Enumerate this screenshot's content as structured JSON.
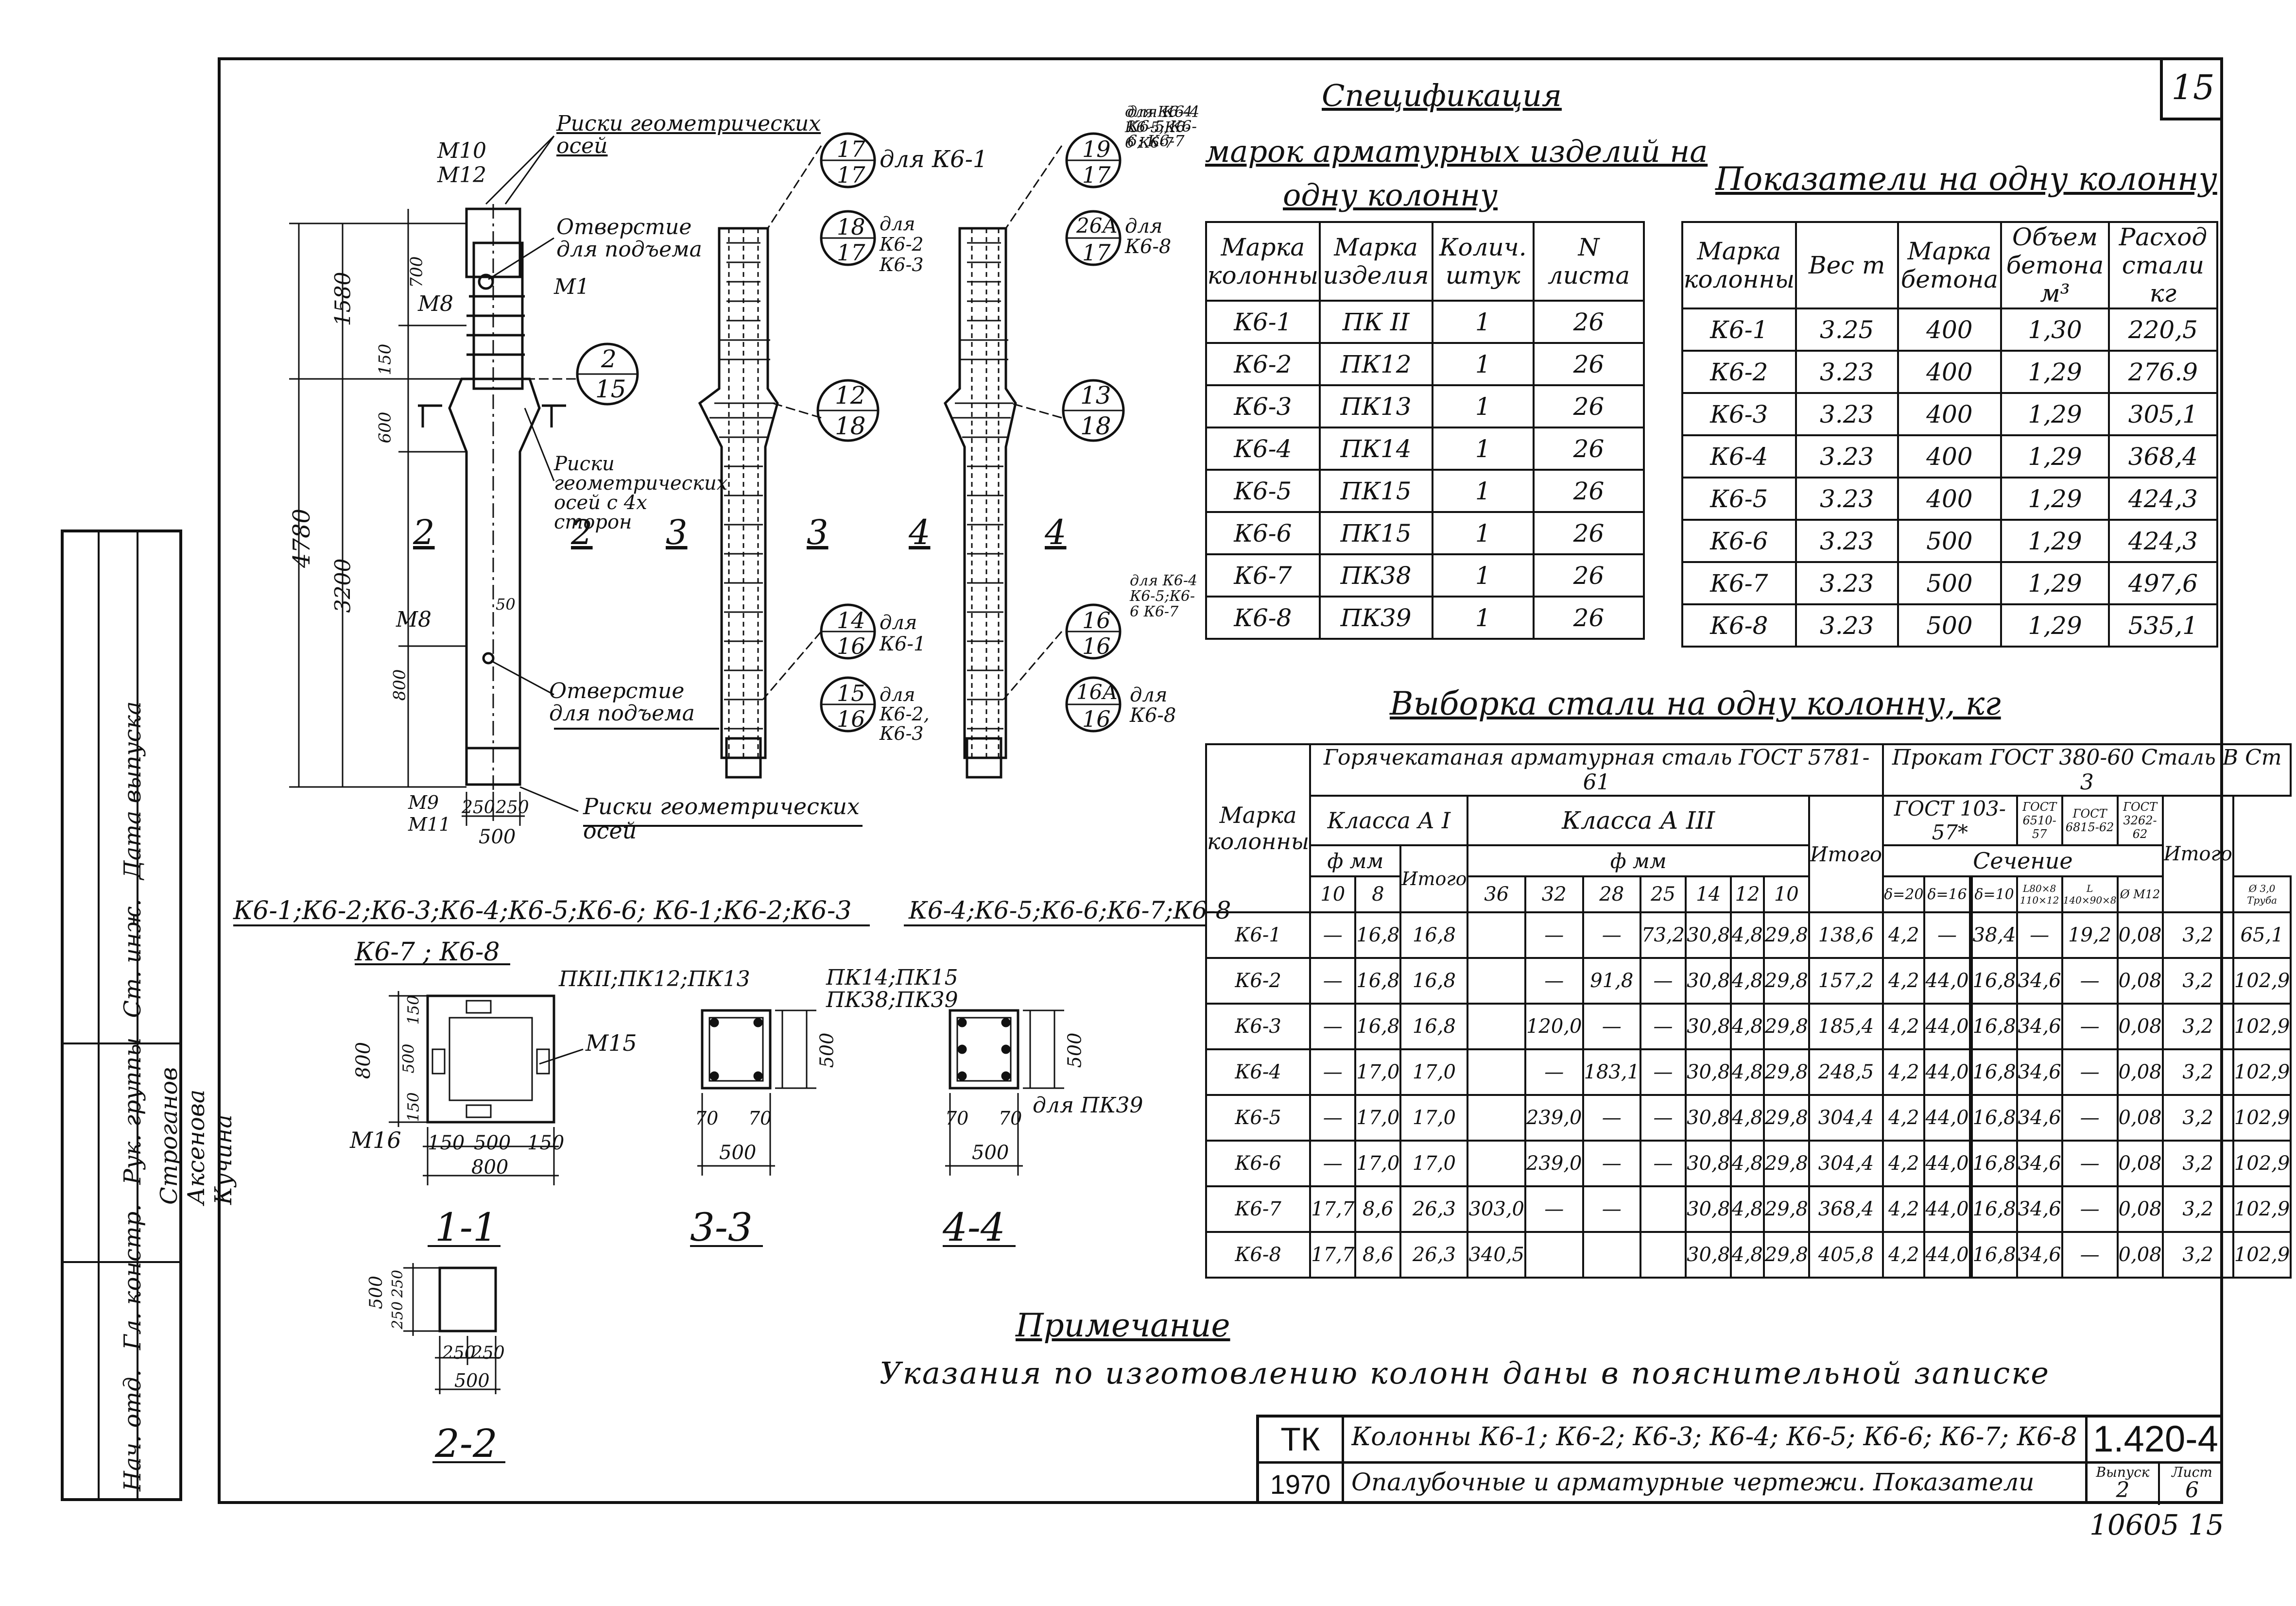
{
  "sheet": {
    "page_number": "15",
    "bottom_code": "10605 15"
  },
  "drawing": {
    "callouts": {
      "risk_top": "Риски геометрических осей",
      "hole_top": "Отверстие для подъема",
      "risk_mid": "Риски геометрических осей с 4х сторон",
      "hole_bottom": "Отверстие для подъема",
      "risk_bottom": "Риски геометрических осей",
      "m10": "M10",
      "m12": "M12",
      "m1": "M1",
      "m8a": "M8",
      "m8b": "M8",
      "m9": "M9",
      "m11": "M11",
      "for_k61": "для К6-1",
      "for_k62": "для К6-2 К6-3",
      "for_k64": "для К6-4 К6-5;К6-6 К6-7",
      "for_k68": "для К6-8",
      "for_k61b": "для К6-1",
      "for_k62b": "для К6-2, К6-3",
      "for_k64b": "для К6-4 К6-5;К6-6 К6-7",
      "for_k68b": "для К6-8"
    },
    "dims": {
      "total": "4780",
      "upper": "1580",
      "lower": "3200",
      "d700": "700",
      "d150": "150",
      "d600": "600",
      "d800": "800",
      "d50": "50",
      "w500": "500",
      "w250a": "250",
      "w250b": "250"
    },
    "circles": [
      {
        "top": "17",
        "bottom": "17"
      },
      {
        "top": "18",
        "bottom": "17"
      },
      {
        "top": "19",
        "bottom": "17"
      },
      {
        "top": "26А",
        "bottom": "17"
      },
      {
        "top": "2",
        "bottom": "15"
      },
      {
        "top": "12",
        "bottom": "18"
      },
      {
        "top": "13",
        "bottom": "18"
      },
      {
        "top": "14",
        "bottom": "16"
      },
      {
        "top": "15",
        "bottom": "16"
      },
      {
        "top": "16",
        "bottom": "16"
      },
      {
        "top": "16А",
        "bottom": "16"
      }
    ],
    "section_marks": [
      "2",
      "2",
      "3",
      "3",
      "4",
      "4"
    ],
    "view_captions": {
      "a": "К6-1;К6-2;К6-3;К6-4;К6-5;К6-6; К6-1;К6-2;К6-3",
      "b": "К6-4;К6-5;К6-6;К6-7;К6-8"
    },
    "sections": {
      "s11_caption": "К6-7 ; К6-8",
      "s11_title": "1-1",
      "s11_m15": "M15",
      "s11_m16": "M16",
      "s11_dims": [
        "150",
        "500",
        "150",
        "800",
        "800",
        "150",
        "500",
        "150"
      ],
      "s33_caption": "ПКII;ПК12;ПК13",
      "s33_title": "3-3",
      "s33_dims": [
        "70",
        "70",
        "500",
        "500"
      ],
      "s44_caption": "ПК14;ПК15 ПК38;ПК39",
      "s44_title": "4-4",
      "s44_note": "для ПК39",
      "s44_dims": [
        "70",
        "70",
        "500",
        "500"
      ],
      "s22_title": "2-2",
      "s22_dims": [
        "500",
        "250",
        "250",
        "250",
        "250",
        "500"
      ]
    }
  },
  "spec": {
    "title_line1": "Спецификация",
    "title_line2": "марок арматурных изделий на",
    "title_line3": "одну колонну",
    "title_prefix": "для К6-4 К6-5;К6-6; К6-7",
    "headers": [
      "Марка колонны",
      "Марка изделия",
      "Колич. штук",
      "N листа"
    ],
    "rows": [
      [
        "К6-1",
        "ПК II",
        "1",
        "26"
      ],
      [
        "К6-2",
        "ПК12",
        "1",
        "26"
      ],
      [
        "К6-3",
        "ПК13",
        "1",
        "26"
      ],
      [
        "К6-4",
        "ПК14",
        "1",
        "26"
      ],
      [
        "К6-5",
        "ПК15",
        "1",
        "26"
      ],
      [
        "К6-6",
        "ПК15",
        "1",
        "26"
      ],
      [
        "К6-7",
        "ПК38",
        "1",
        "26"
      ],
      [
        "К6-8",
        "ПК39",
        "1",
        "26"
      ]
    ]
  },
  "indicators": {
    "title": "Показатели на одну колонну",
    "headers": [
      "Марка колонны",
      "Вес т",
      "Марка бетона",
      "Объем бетона м³",
      "Расход стали кг"
    ],
    "rows": [
      [
        "К6-1",
        "3.25",
        "400",
        "1,30",
        "220,5"
      ],
      [
        "К6-2",
        "3.23",
        "400",
        "1,29",
        "276.9"
      ],
      [
        "К6-3",
        "3.23",
        "400",
        "1,29",
        "305,1"
      ],
      [
        "К6-4",
        "3.23",
        "400",
        "1,29",
        "368,4"
      ],
      [
        "К6-5",
        "3.23",
        "400",
        "1,29",
        "424,3"
      ],
      [
        "К6-6",
        "3.23",
        "500",
        "1,29",
        "424,3"
      ],
      [
        "К6-7",
        "3.23",
        "500",
        "1,29",
        "497,6"
      ],
      [
        "К6-8",
        "3.23",
        "500",
        "1,29",
        "535,1"
      ]
    ]
  },
  "steel": {
    "title": "Выборка стали на одну колонну, кг",
    "h_mark": "Марка колонны",
    "h_hot": "Горячекатаная арматурная сталь ГОСТ 5781-61",
    "h_rolled": "Прокат ГОСТ 380-60 Сталь В Ст 3",
    "h_cls1": "Класса А I",
    "h_cls3": "Класса А III",
    "h_phi1": "ф мм",
    "h_phi3": "ф мм",
    "h_total1": "Итого",
    "h_gost103": "ГОСТ 103-57*",
    "h_g6510": "ГОСТ 6510-57",
    "h_g6815": "ГОСТ 6815-62",
    "h_g3262": "ГОСТ 3262-62",
    "h_total2": "Итого",
    "h_section": "Сечение",
    "sub": [
      "10",
      "8",
      "Итого",
      "36",
      "32",
      "28",
      "25",
      "14",
      "12",
      "10",
      "Итого",
      "δ=20",
      "δ=16",
      "",
      "δ=10",
      "L80×8 110×12",
      "L 140×90×8",
      "Ø М12",
      "Ø 3,0 Труба",
      "Итого"
    ],
    "rows": [
      [
        "К6-1",
        "—",
        "16,8",
        "16,8",
        "",
        "—",
        "—",
        "73,2",
        "30,8",
        "4,8",
        "29,8",
        "138,6",
        "4,2",
        "—",
        "",
        "38,4",
        "—",
        "19,2",
        "0,08",
        "3,2",
        "65,1"
      ],
      [
        "К6-2",
        "—",
        "16,8",
        "16,8",
        "",
        "—",
        "91,8",
        "—",
        "30,8",
        "4,8",
        "29,8",
        "157,2",
        "4,2",
        "44,0",
        "",
        "16,8",
        "34,6",
        "—",
        "0,08",
        "3,2",
        "102,9"
      ],
      [
        "К6-3",
        "—",
        "16,8",
        "16,8",
        "",
        "120,0",
        "—",
        "—",
        "30,8",
        "4,8",
        "29,8",
        "185,4",
        "4,2",
        "44,0",
        "",
        "16,8",
        "34,6",
        "—",
        "0,08",
        "3,2",
        "102,9"
      ],
      [
        "К6-4",
        "—",
        "17,0",
        "17,0",
        "",
        "—",
        "183,1",
        "—",
        "30,8",
        "4,8",
        "29,8",
        "248,5",
        "4,2",
        "44,0",
        "",
        "16,8",
        "34,6",
        "—",
        "0,08",
        "3,2",
        "102,9"
      ],
      [
        "К6-5",
        "—",
        "17,0",
        "17,0",
        "",
        "239,0",
        "—",
        "—",
        "30,8",
        "4,8",
        "29,8",
        "304,4",
        "4,2",
        "44,0",
        "",
        "16,8",
        "34,6",
        "—",
        "0,08",
        "3,2",
        "102,9"
      ],
      [
        "К6-6",
        "—",
        "17,0",
        "17,0",
        "",
        "239,0",
        "—",
        "—",
        "30,8",
        "4,8",
        "29,8",
        "304,4",
        "4,2",
        "44,0",
        "",
        "16,8",
        "34,6",
        "—",
        "0,08",
        "3,2",
        "102,9"
      ],
      [
        "К6-7",
        "17,7",
        "8,6",
        "26,3",
        "303,0",
        "—",
        "—",
        "",
        "30,8",
        "4,8",
        "29,8",
        "368,4",
        "4,2",
        "44,0",
        "",
        "16,8",
        "34,6",
        "—",
        "0,08",
        "3,2",
        "102,9"
      ],
      [
        "К6-8",
        "17,7",
        "8,6",
        "26,3",
        "340,5",
        "",
        "",
        "",
        "30,8",
        "4,8",
        "29,8",
        "405,8",
        "4,2",
        "44,0",
        "",
        "16,8",
        "34,6",
        "—",
        "0,08",
        "3,2",
        "102,9"
      ]
    ]
  },
  "note": {
    "title": "Примечание",
    "text": "Указания по изготовлению колонн даны в пояснительной записке"
  },
  "titleblock": {
    "org": "ТК",
    "year": "1970",
    "line1": "Колонны К6-1; К6-2; К6-3; К6-4; К6-5; К6-6; К6-7; К6-8",
    "line2": "Опалубочные и арматурные чертежи. Показатели",
    "code": "1.420-4",
    "issue_label": "Выпуск",
    "issue": "2",
    "sheet_label": "Лист",
    "sheet": "6"
  },
  "sidebar": {
    "roles": [
      "Нач. отд.",
      "Гл. констр.",
      "Рук. группы",
      "Ст. инж.",
      "Дата выпуска"
    ],
    "names": [
      "",
      "Строганов",
      "Аксенова",
      "Кучина",
      ""
    ]
  }
}
